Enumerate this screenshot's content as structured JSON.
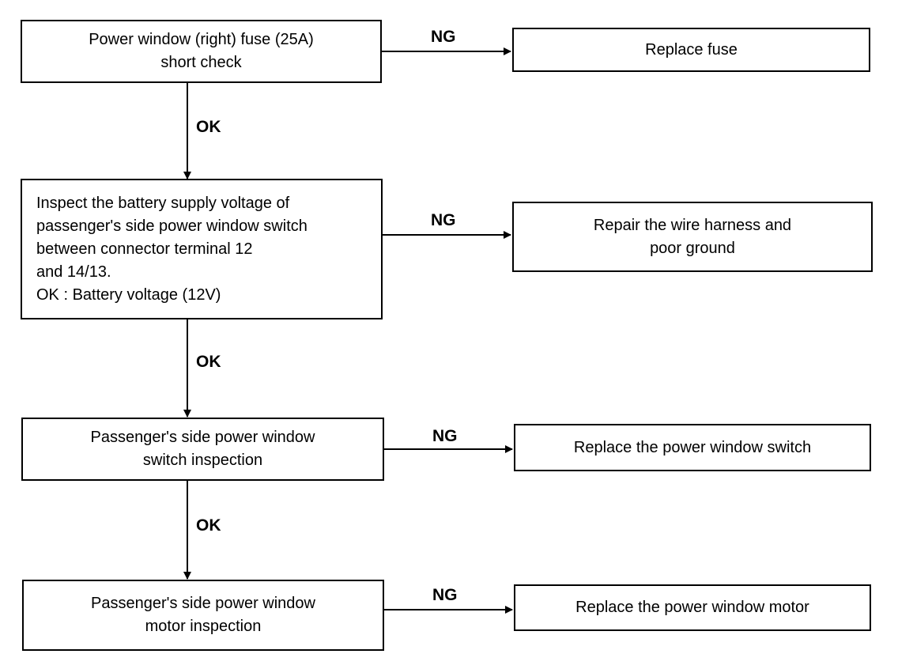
{
  "steps": [
    {
      "lines": [
        "Power window (right) fuse (25A)",
        "short check"
      ]
    },
    {
      "lines": [
        "Inspect the battery supply voltage of",
        "passenger's side power window switch",
        "between connector terminal 12",
        "and 14/13.",
        "OK : Battery voltage (12V)"
      ]
    },
    {
      "lines": [
        "Passenger's side power window",
        "switch inspection"
      ]
    },
    {
      "lines": [
        "Passenger's side power window",
        "motor inspection"
      ]
    }
  ],
  "remedies": [
    {
      "lines": [
        "Replace fuse"
      ]
    },
    {
      "lines": [
        "Repair the wire harness and",
        "poor ground"
      ]
    },
    {
      "lines": [
        "Replace the power window switch"
      ]
    },
    {
      "lines": [
        "Replace the power window motor"
      ]
    }
  ],
  "labels": {
    "ok": "OK",
    "ng": "NG"
  }
}
